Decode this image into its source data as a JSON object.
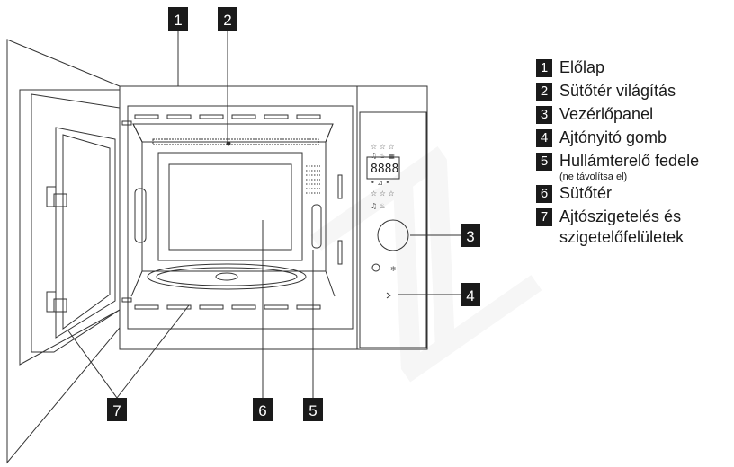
{
  "callouts": [
    "1",
    "2",
    "3",
    "4",
    "5",
    "6",
    "7"
  ],
  "legend": {
    "items": [
      {
        "num": "1",
        "label": "Előlap",
        "sub": ""
      },
      {
        "num": "2",
        "label": "Sütőtér világítás",
        "sub": ""
      },
      {
        "num": "3",
        "label": "Vezérlőpanel",
        "sub": ""
      },
      {
        "num": "4",
        "label": "Ajtónyitó gomb",
        "sub": ""
      },
      {
        "num": "5",
        "label": "Hullámterelő fedele",
        "sub": "(ne távolítsa el)"
      },
      {
        "num": "6",
        "label": "Sütőtér",
        "sub": ""
      },
      {
        "num": "7",
        "label": "Ajtószigetelés és",
        "label2": "szigetelőfelületek",
        "sub": ""
      }
    ]
  },
  "control_panel": {
    "display_text": "8888",
    "icons": [
      "star-icon",
      "bell-icon",
      "defrost-icon",
      "timer-icon",
      "power-icon"
    ]
  },
  "colors": {
    "badge": "#1a1a1a",
    "line": "#333333"
  }
}
